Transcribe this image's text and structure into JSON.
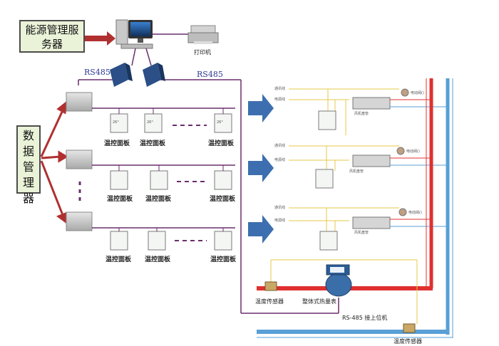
{
  "labels": {
    "energy_server": "能源管理服务器",
    "data_manager": "数据管理器",
    "printer": "打印机",
    "rs485_left": "RS485",
    "rs485_right": "RS485",
    "panel_label": "温控面板",
    "temp_sensor": "温度传感器",
    "heat_meter": "整体式热量表",
    "rs485_upper": "RS-485 接上位机",
    "fan_coil": "风机盘管",
    "valve": "电动阀()",
    "comm_line": "通讯线",
    "power_line": "电源线",
    "thermostat_reading": "26°",
    "module_text": "数据管理器"
  },
  "colors": {
    "supply_pipe": "#e03030",
    "return_pipe": "#5a9fd6",
    "rs485_bus": "#6a2e6e",
    "arrow_blue": "#3d6fb0",
    "arrow_red": "#b03030",
    "yellow_wire": "#e6c84a"
  }
}
